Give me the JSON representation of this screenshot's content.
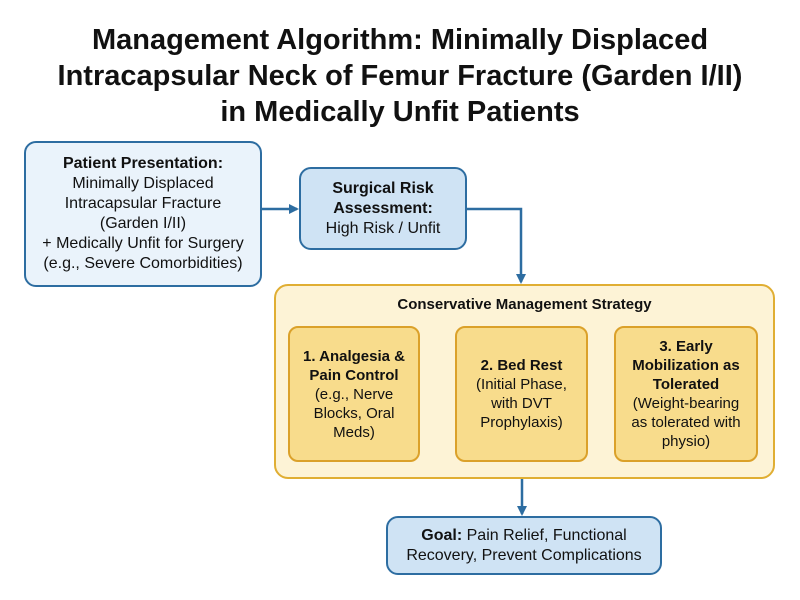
{
  "title": {
    "line1": "Management Algorithm: Minimally Displaced",
    "line2": "Intracapsular Neck of Femur Fracture (Garden I/II)",
    "line3": "in Medically Unfit Patients"
  },
  "presentation": {
    "heading": "Patient Presentation:",
    "line1": "Minimally Displaced",
    "line2": "Intracapsular Fracture",
    "line3": "(Garden I/II)",
    "line4": "+ Medically Unfit for Surgery",
    "line5": "(e.g., Severe Comorbidities)"
  },
  "risk": {
    "heading1": "Surgical Risk",
    "heading2": "Assessment:",
    "line1": "High Risk / Unfit"
  },
  "strategy": {
    "title": "Conservative Management Strategy",
    "steps": [
      {
        "heading1": "1. Analgesia &",
        "heading2": "Pain Control",
        "line1": "(e.g., Nerve",
        "line2": "Blocks, Oral",
        "line3": "Meds)"
      },
      {
        "heading1": "2. Bed Rest",
        "line1": "(Initial Phase,",
        "line2": "with DVT",
        "line3": "Prophylaxis)"
      },
      {
        "heading1": "3. Early",
        "heading2": "Mobilization as",
        "heading3": "Tolerated",
        "line1": "(Weight-bearing",
        "line2": "as tolerated with",
        "line3": "physio)"
      }
    ]
  },
  "goal": {
    "label": "Goal:",
    "text1": " Pain Relief, Functional",
    "text2": "Recovery, Prevent Complications"
  },
  "colors": {
    "blue_border": "#2d6da1",
    "blue_fill": "#eaf3fb",
    "gold_border": "#e0ae33",
    "gold_fill": "#fdf3d6",
    "step_fill": "#f8dc8c",
    "arrow_blue": "#2d6da1",
    "arrow_gold": "#e0ae33"
  }
}
